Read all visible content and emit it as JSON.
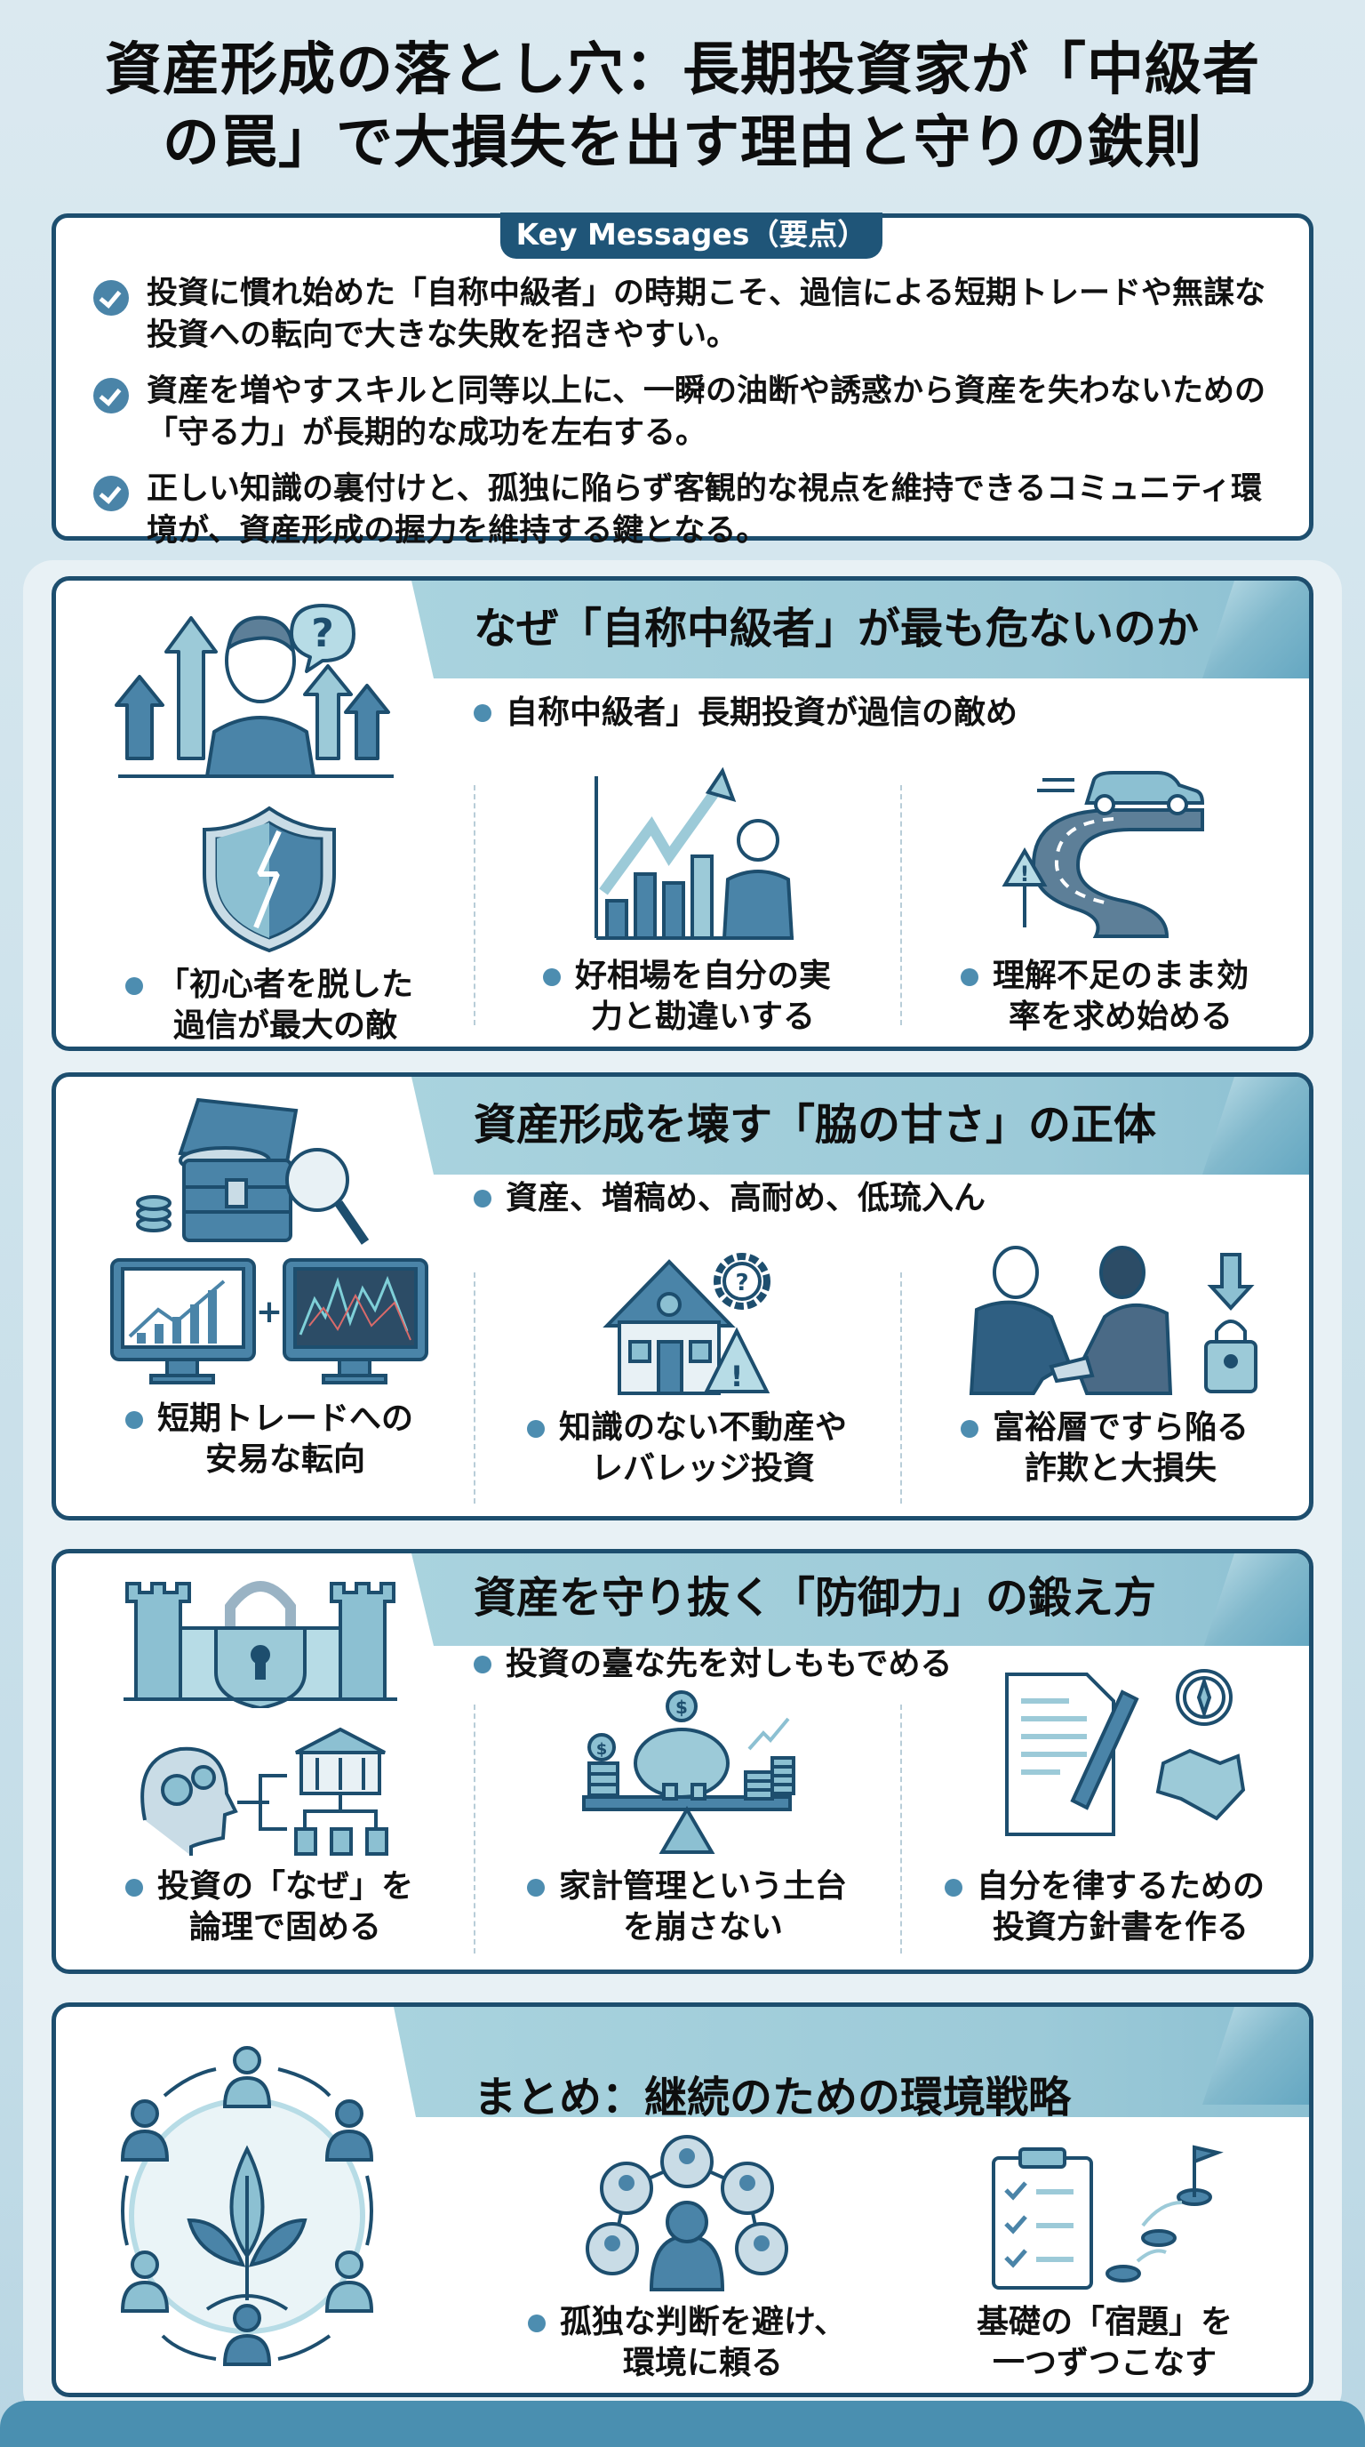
{
  "title": {
    "line1": "資産形成の落とし穴：長期投資家が「中級者",
    "line2": "の罠」で大損失を出す理由と守りの鉄則"
  },
  "key_messages": {
    "tab_label": "Key Messages（要点）",
    "items": [
      {
        "text": "投資に慣れ始めた「自称中級者」の時期こそ、過信による短期トレードや無謀な投資への転向で大きな失敗を招きやすい。"
      },
      {
        "text": "資産を増やすスキルと同等以上に、一瞬の油断や誘惑から資産を失わないための「守る力」が長期的な成功を左右する。"
      },
      {
        "text": "正しい知識の裏付けと、孤独に陥らず客観的な視点を維持できるコミュニティ環境が、資産形成の握力を維持する鍵となる。"
      }
    ]
  },
  "sections": [
    {
      "title": "なぜ「自称中級者」が最も危ないのか",
      "subtitle": "自称中級者」長期投資が過信の敵め",
      "hero_icon": "thinking-man-arrows-icon",
      "columns": [
        {
          "icon": "cracked-shield-icon",
          "line1": "「初心者を脱した",
          "line2": "過信が最大の敵"
        },
        {
          "icon": "rising-chart-person-icon",
          "line1": "好相場を自分の実",
          "line2": "力と勘違いする"
        },
        {
          "icon": "car-winding-road-warning-icon",
          "line1": "理解不足のまま効",
          "line2": "率を求め始める"
        }
      ]
    },
    {
      "title": "資産形成を壊す「脇の甘さ」の正体",
      "subtitle": "資産、増稿め、高耐め、低琉入ん",
      "hero_icon": "treasure-chest-magnifier-icon",
      "columns": [
        {
          "icon": "two-monitors-trading-icon",
          "line1": "短期トレードへの",
          "line2": "安易な転向"
        },
        {
          "icon": "house-gear-warning-icon",
          "line1": "知識のない不動産や",
          "line2": "レバレッジ投資"
        },
        {
          "icon": "handshake-scam-lock-icon",
          "line1": "富裕層ですら陥る",
          "line2": "詐欺と大損失"
        }
      ]
    },
    {
      "title": "資産を守り抜く「防御力」の鍛え方",
      "subtitle": "投資の臺な先を対しももでめる",
      "hero_icon": "castle-padlock-icon",
      "columns": [
        {
          "icon": "brain-gears-bank-diagram-icon",
          "line1": "投資の「なぜ」を",
          "line2": "論理で固める"
        },
        {
          "icon": "piggy-bank-scale-icon",
          "line1": "家計管理という土台",
          "line2": "を崩さない"
        },
        {
          "icon": "policy-document-pen-compass-icon",
          "line1": "自分を律するための",
          "line2": "投資方針書を作る"
        }
      ]
    },
    {
      "title": "まとめ：継続のための環境戦略",
      "hero_icon": "community-circle-plant-icon",
      "columns": [
        {
          "icon": "network-people-icon",
          "line1": "孤独な判断を避け、",
          "line2": "環境に頼る",
          "bullet": true
        },
        {
          "icon": "checklist-coins-flag-icon",
          "line1": "基礎の「宿題」を",
          "line2": "一つずつこなす",
          "bullet": false
        }
      ]
    }
  ],
  "colors": {
    "navy": "#1d4e6e",
    "mid_blue": "#4a84a8",
    "light_blue": "#a9d3de",
    "background": "#dbe9f0"
  }
}
